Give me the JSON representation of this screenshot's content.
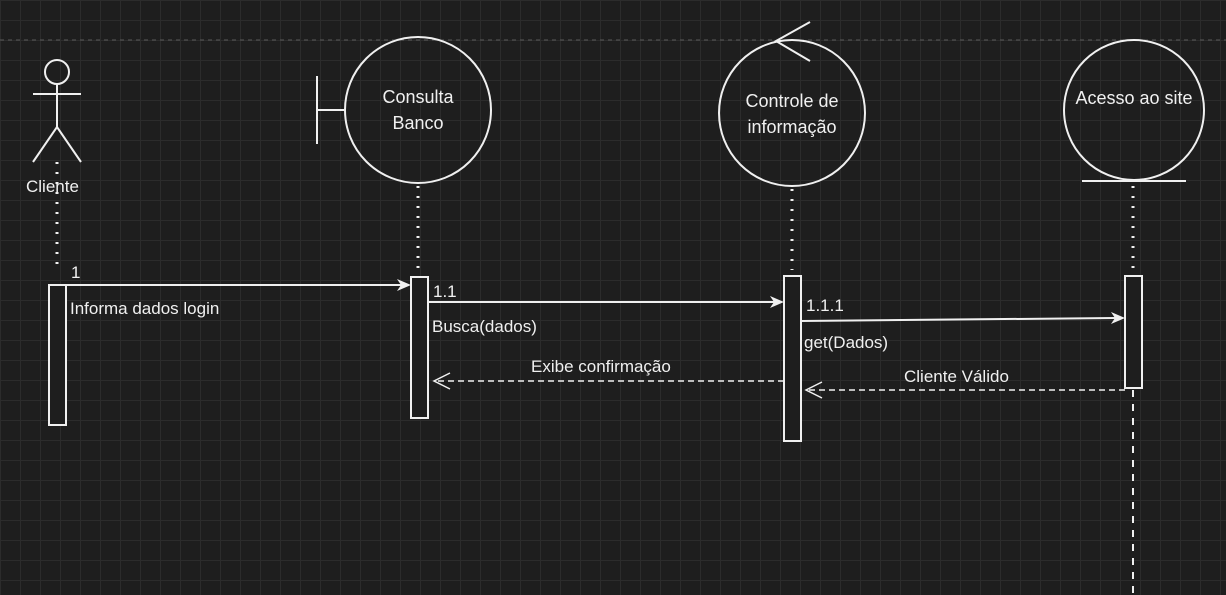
{
  "participants": [
    {
      "id": "actor",
      "kind": "actor",
      "name": "Cliente"
    },
    {
      "id": "boundary",
      "kind": "boundary",
      "name": "Consulta Banco"
    },
    {
      "id": "control",
      "kind": "control",
      "name": "Controle de informação"
    },
    {
      "id": "entity",
      "kind": "entity",
      "name": "Acesso ao site"
    }
  ],
  "messages": [
    {
      "number": "1",
      "label": "Informa dados login",
      "from": "actor",
      "to": "boundary",
      "style": "solid"
    },
    {
      "number": "1.1",
      "label": "Busca(dados)",
      "from": "boundary",
      "to": "control",
      "style": "solid"
    },
    {
      "number": "1.1.1",
      "label": "get(Dados)",
      "from": "control",
      "to": "entity",
      "style": "solid"
    },
    {
      "number": "",
      "label": "Exibe confirmação",
      "from": "control",
      "to": "boundary",
      "style": "dashed"
    },
    {
      "number": "",
      "label": "Cliente Válido",
      "from": "entity",
      "to": "control",
      "style": "dashed"
    }
  ],
  "colors": {
    "background": "#1e1e1e",
    "grid": "#2c2c2c",
    "stroke": "#f0f0f0"
  }
}
